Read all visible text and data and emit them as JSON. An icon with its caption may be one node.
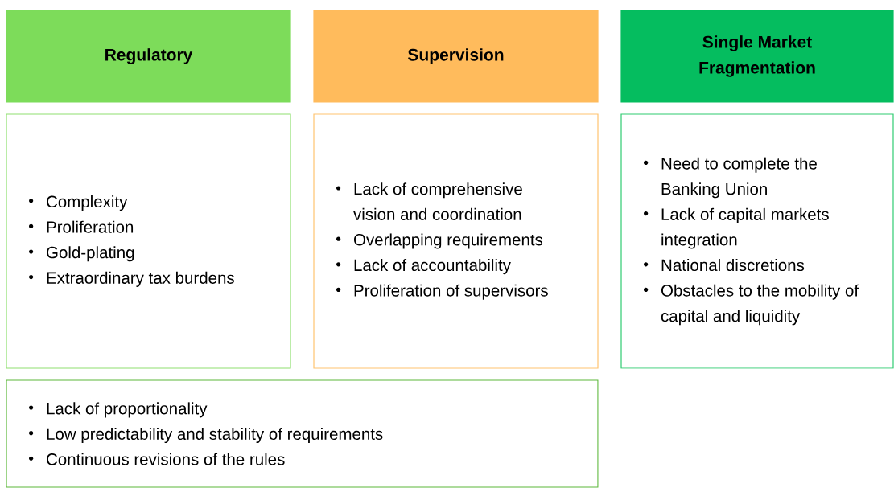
{
  "diagram": {
    "nodes": [
      {
        "text": [
          "Regulatory"
        ]
      },
      {
        "text": [
          "Supervision"
        ]
      },
      {
        "text": [
          "Single Market Fragmentation"
        ]
      },
      {
        "text": [
          "Complexity",
          "Proliferation",
          "Gold-plating",
          "Extraordinary tax burdens"
        ]
      },
      {
        "text": [
          "Lack of comprehensive vision and coordination",
          "Overlapping requirements",
          "Lack of accountability",
          "Proliferation of supervisors"
        ]
      },
      {
        "text": [
          "Need to complete the Banking Union",
          "Lack of capital markets integration",
          "National discretions",
          "Obstacles to the mobility of capital and liquidity"
        ]
      },
      {
        "text": [
          "Lack of proportionality",
          "Low predictability and stability of requirements",
          "Continuous revisions of the rules"
        ]
      }
    ]
  }
}
